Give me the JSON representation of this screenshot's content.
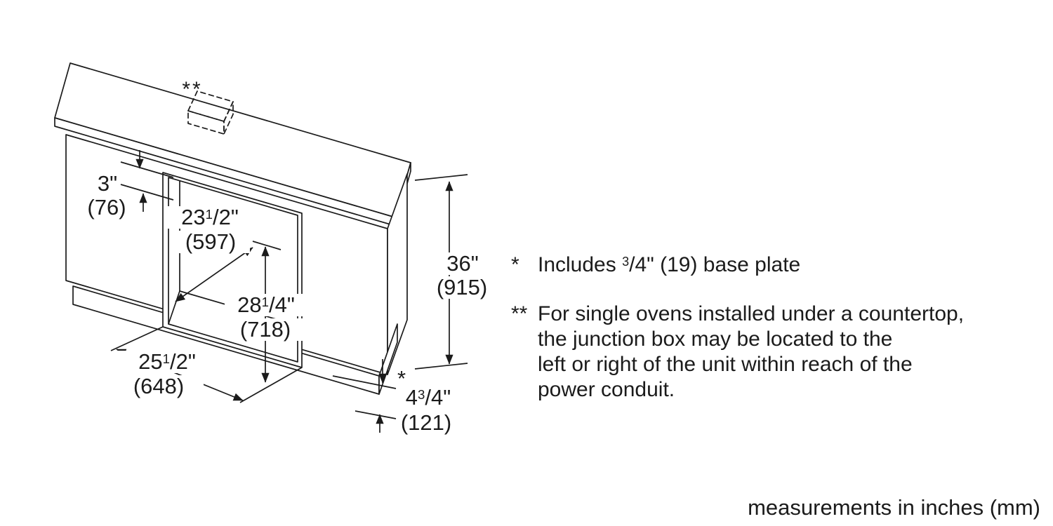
{
  "diagram": {
    "junction_marker": "**",
    "dims": {
      "gap": {
        "in": "3\"",
        "mm": "(76)"
      },
      "cutout_width": {
        "whole": "23",
        "num": "1",
        "slash": "/",
        "den": "2",
        "unit": "\"",
        "mm": "(597)"
      },
      "cutout_height": {
        "whole": "28",
        "num": "1",
        "slash": "/",
        "den": "4",
        "unit": "\"",
        "mm": "(718)"
      },
      "cabinet_depth": {
        "whole": "25",
        "num": "1",
        "slash": "/",
        "den": "2",
        "unit": "\"",
        "mm": "(648)"
      },
      "counter_height": {
        "in": "36\"",
        "mm": "(915)"
      },
      "base_height": {
        "marker": "*",
        "whole": "4",
        "num": "3",
        "slash": "/",
        "den": "4",
        "unit": "\"",
        "mm": "(121)"
      }
    }
  },
  "notes": {
    "note_base_plate": {
      "marker": "*",
      "before": "Includes ",
      "num": "3",
      "slash": "/",
      "den": "4",
      "after": "\" (19) base plate"
    },
    "note_junction_box": {
      "marker": "**",
      "line1": "For single ovens installed under a countertop,",
      "line2": "the junction box may be located to the",
      "line3": "left or right of the unit within reach of the",
      "line4": "power conduit."
    }
  },
  "footer": {
    "text": "measurements in inches (mm)"
  }
}
